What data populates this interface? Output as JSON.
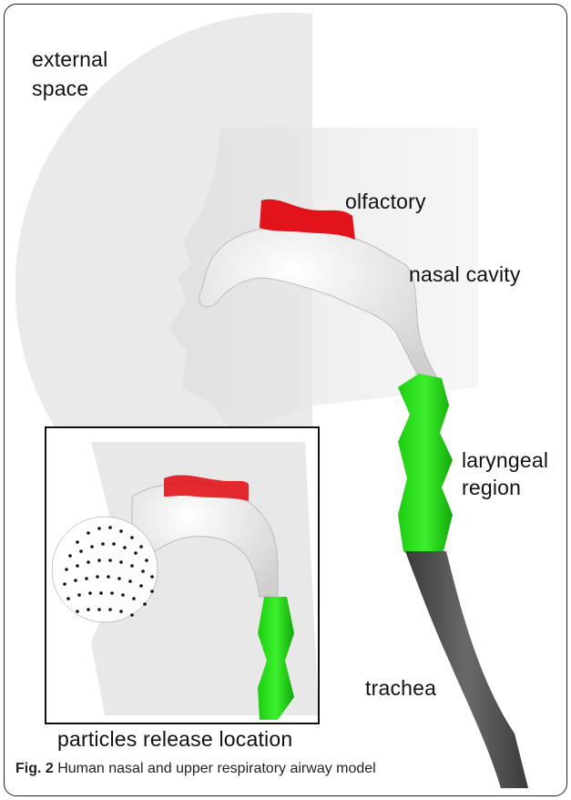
{
  "figure": {
    "labels": {
      "external_space_line1": "external",
      "external_space_line2": "space",
      "olfactory": "olfactory",
      "nasal_cavity": "nasal cavity",
      "laryngeal_line1": "laryngeal",
      "laryngeal_line2": "region",
      "trachea": "trachea",
      "inset_caption": "particles release location"
    },
    "caption": {
      "prefix": "Fig. 2",
      "text": " Human nasal and upper respiratory airway model"
    },
    "colors": {
      "olfactory": "#e0141a",
      "laryngeal": "#22dd11",
      "trachea": "#555555",
      "airway": "#eeeeee",
      "external_space": "#e4e4e4",
      "particles": "#111111"
    }
  }
}
